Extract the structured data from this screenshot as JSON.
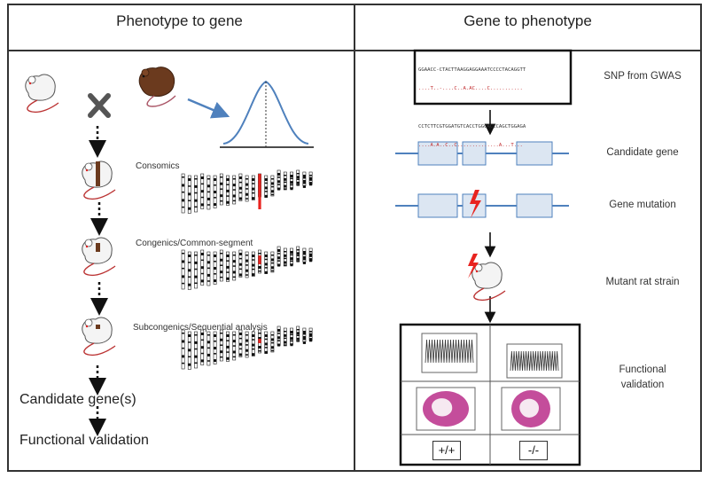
{
  "panels": {
    "left_title": "Phenotype to gene",
    "right_title": "Gene to phenotype"
  },
  "left_steps": {
    "consomics": "Consomics",
    "congenics": "Congenics/Common-segment",
    "subcongenics": "Subcongenics/Sequential analysis",
    "candidate_genes": "Candidate gene(s)",
    "functional_validation": "Functional validation"
  },
  "snp": {
    "seq1": "GGAACC-CTACTTAAGGAGGAAATCCCCTACAGGTT",
    "var1": "....T..-....C..A.AC....C...........",
    "seq2": "CCTCTTCGTGGATGTCACCTGGCACCCAGCTGGAGA",
    "var2": "....A.A..C..C..............A...T..."
  },
  "right_steps": {
    "snp_from_gwas": "SNP from GWAS",
    "candidate_gene": "Candidate gene",
    "gene_mutation": "Gene mutation",
    "mutant_strain": "Mutant rat strain",
    "functional_validation_line1": "Functional",
    "functional_validation_line2": "validation"
  },
  "genotypes": {
    "wildtype": "+/+",
    "knockout": "-/-"
  },
  "colors": {
    "exon_fill": "#dce6f2",
    "gene_line": "#4f81bd",
    "curve": "#4f81bd",
    "arrow_blue": "#4f81bd",
    "highlight_red": "#e8231f",
    "histology_pink": "#c44d9b",
    "rat_brown": "#6b3a1e"
  }
}
